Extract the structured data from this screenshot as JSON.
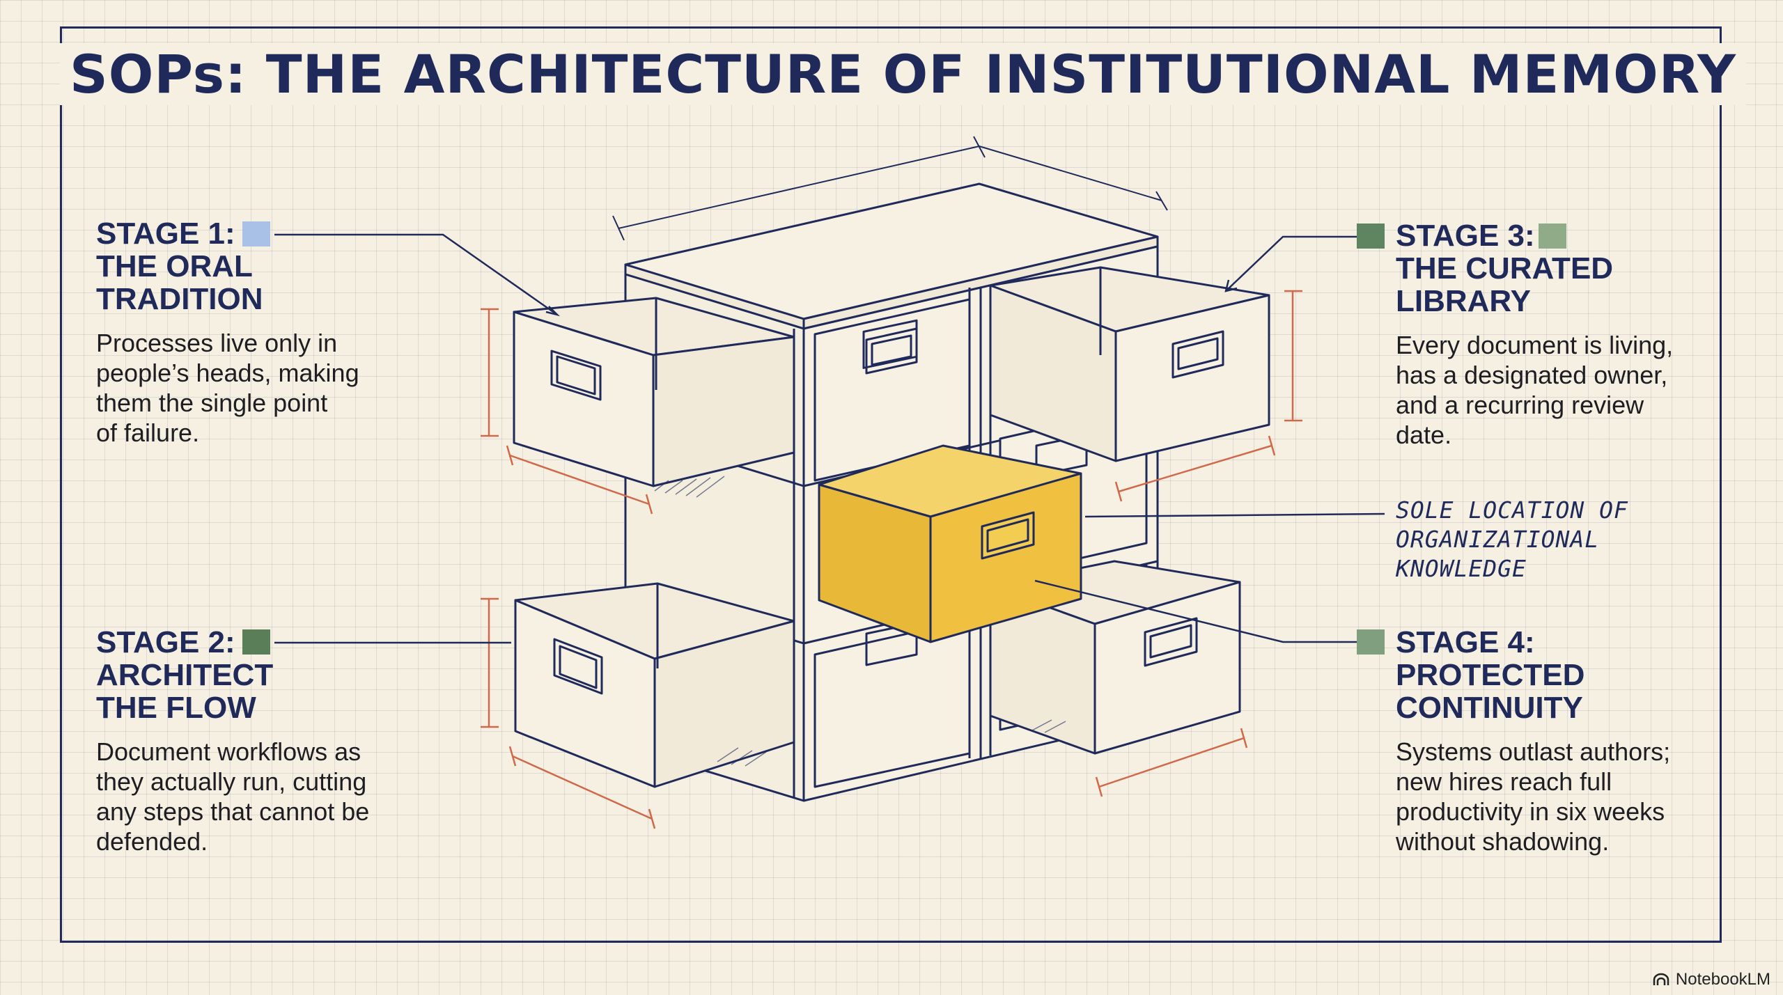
{
  "title": "SOPs: THE ARCHITECTURE OF INSTITUTIONAL MEMORY",
  "stages": [
    {
      "heading": "STAGE 1:\nTHE ORAL\nTRADITION",
      "body": "Processes live only in\npeople’s heads, making\nthem the single point\nof failure.",
      "color": "#a9c1e6"
    },
    {
      "heading": "STAGE 2:\nARCHITECT\nTHE FLOW",
      "body": "Document workflows as\nthey actually run, cutting\nany steps that cannot be\ndefended.",
      "color": "#5a7f58"
    },
    {
      "heading": "STAGE 3:\nTHE CURATED\nLIBRARY",
      "body": "Every document is living,\nhas a designated owner,\nand a recurring review\ndate.",
      "color": "#8fab88",
      "marker_color": "#5f8560"
    },
    {
      "heading": "STAGE 4:\nPROTECTED\nCONTINUITY",
      "body": "Systems outlast authors;\nnew hires reach full\nproductivity in six weeks\nwithout shadowing.",
      "color": "#7f9f7e"
    }
  ],
  "callout": "SOLE LOCATION OF\nORGANIZATIONAL\nKNOWLEDGE",
  "brand": "NotebookLM",
  "colors": {
    "ink": "#1f2a5a",
    "paper": "#f6f0e2",
    "highlight": "#f0c040",
    "dimension": "#d0694a"
  }
}
